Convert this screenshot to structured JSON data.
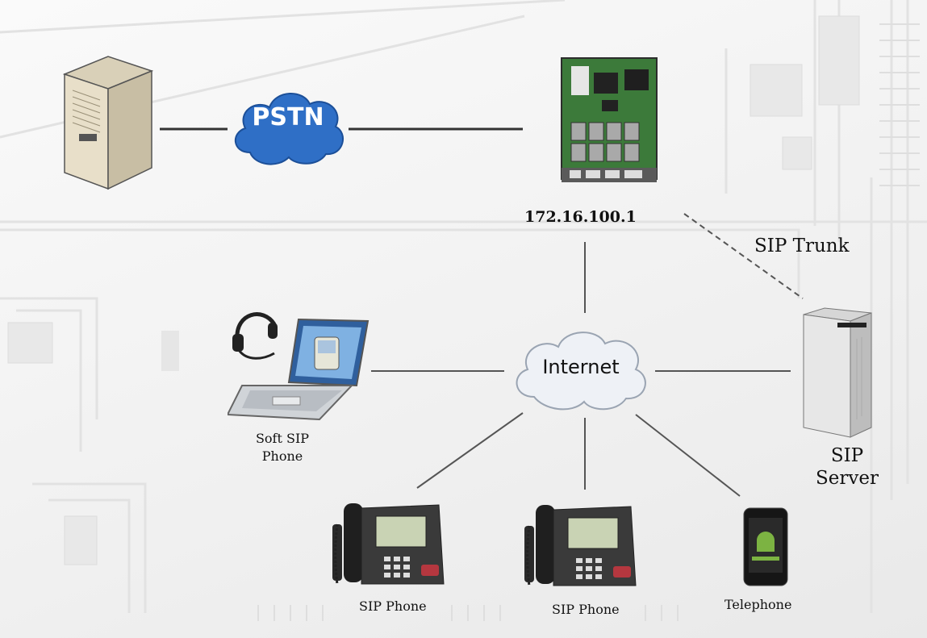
{
  "diagram": {
    "gateway_ip": "172.16.100.1",
    "pstn_label": "PSTN",
    "internet_label": "Internet",
    "sip_trunk_label": "SIP Trunk",
    "soft_phone_label_line1": "Soft SIP",
    "soft_phone_label_line2": "Phone",
    "sip_server_label_line1": "SIP",
    "sip_server_label_line2": "Server",
    "sip_phone_1_label": "SIP Phone",
    "sip_phone_2_label": "SIP Phone",
    "telephone_label": "Telephone",
    "colors": {
      "pstn_cloud": "#2f6fc6",
      "internet_cloud": "#eef1f6",
      "board_green": "#3c7a3a",
      "connector": "#333333",
      "trunk_dashed": "#555555"
    }
  }
}
